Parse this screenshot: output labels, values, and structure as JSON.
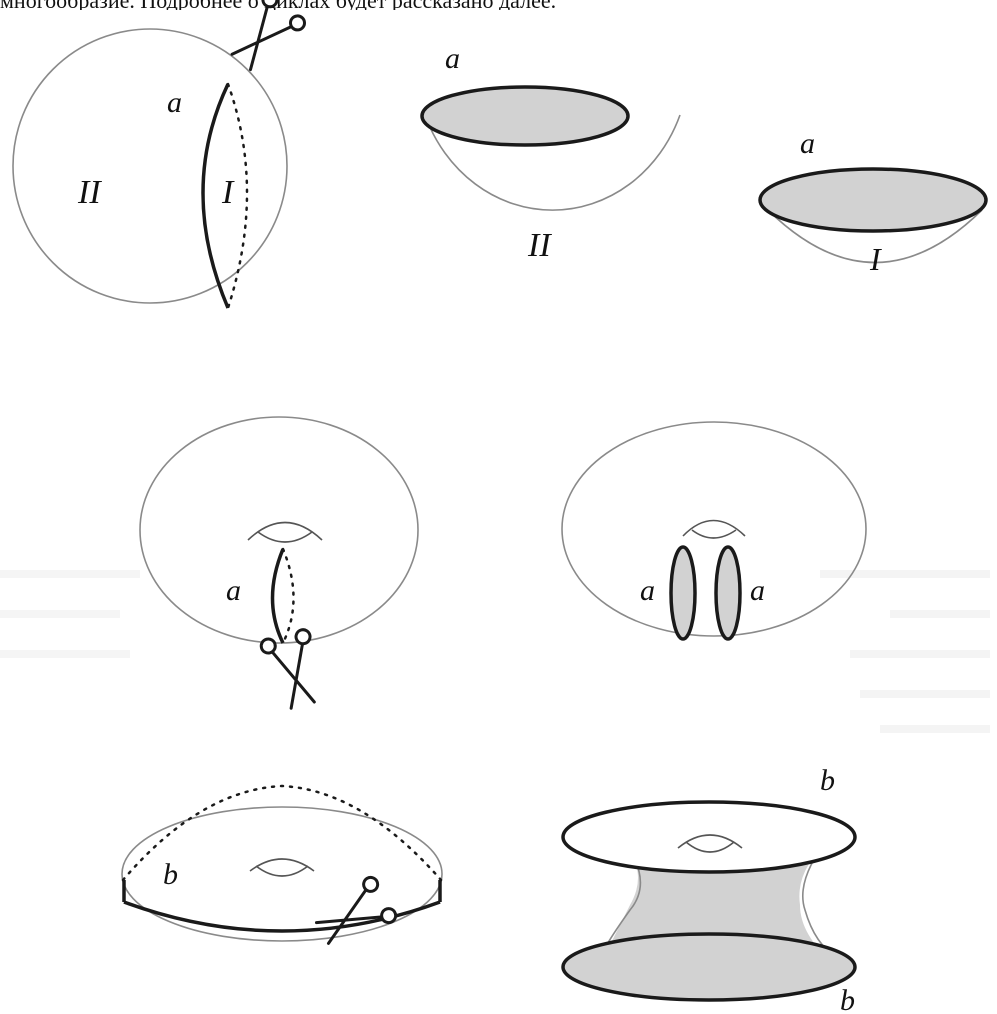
{
  "caption": "многообразие. Подробнее о циклах будет рассказано далее.",
  "labels": {
    "sphere_cut_curve": "a",
    "sphere_region_big": "II",
    "sphere_region_small": "I",
    "bowl_rim": "a",
    "bowl_region": "II",
    "cap_rim": "a",
    "cap_region": "I",
    "torus_cut_curve": "a",
    "torus_hole_left": "a",
    "torus_hole_right": "a",
    "torus_equator": "b",
    "tube_top": "b",
    "tube_bottom": "b"
  },
  "icons": [
    "scissors-icon"
  ],
  "colors": {
    "ink": "#1a1a1a",
    "shade": "#d2d2d2",
    "thin": "#8a8a8a"
  }
}
